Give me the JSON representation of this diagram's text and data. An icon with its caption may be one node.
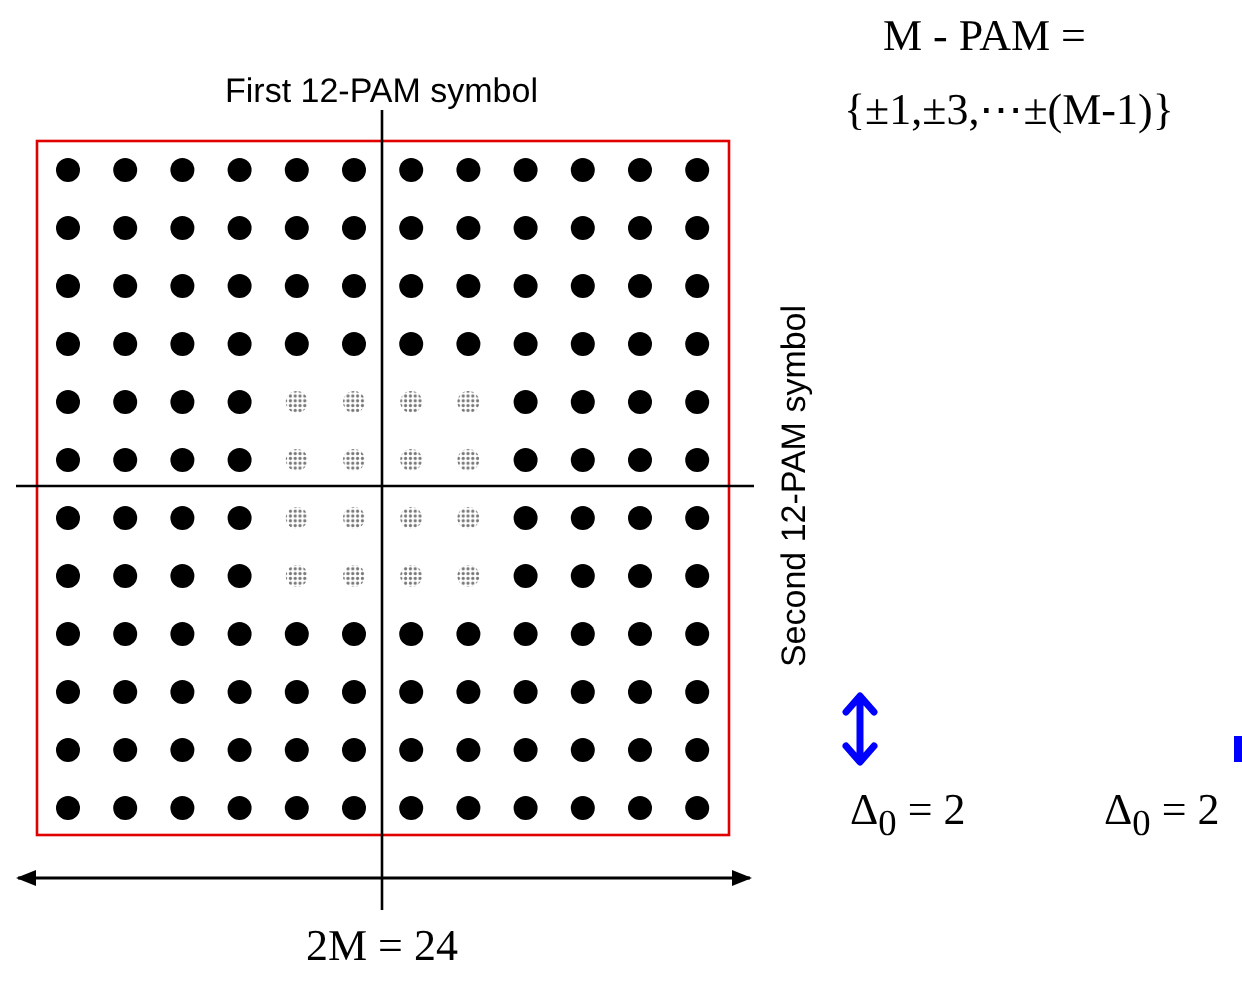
{
  "diagram": {
    "labels": [
      "M - PAM =",
      "{±1,±3,⋯±(M-1)}",
      "First 12-PAM symbol",
      "Second 12-PAM symbol",
      "Δ$_{0}$ = 2",
      "Δ$_{0}$ = 2",
      "2M = 24"
    ]
  }
}
